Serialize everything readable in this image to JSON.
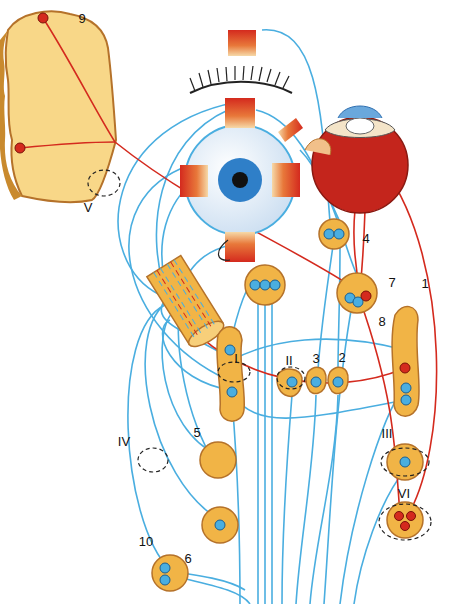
{
  "diagram": {
    "labels": [
      "9",
      "V",
      "4",
      "1",
      "7",
      "8",
      "I",
      "II",
      "3",
      "2",
      "III",
      "5",
      "IV",
      "VI",
      "10",
      "6"
    ]
  }
}
